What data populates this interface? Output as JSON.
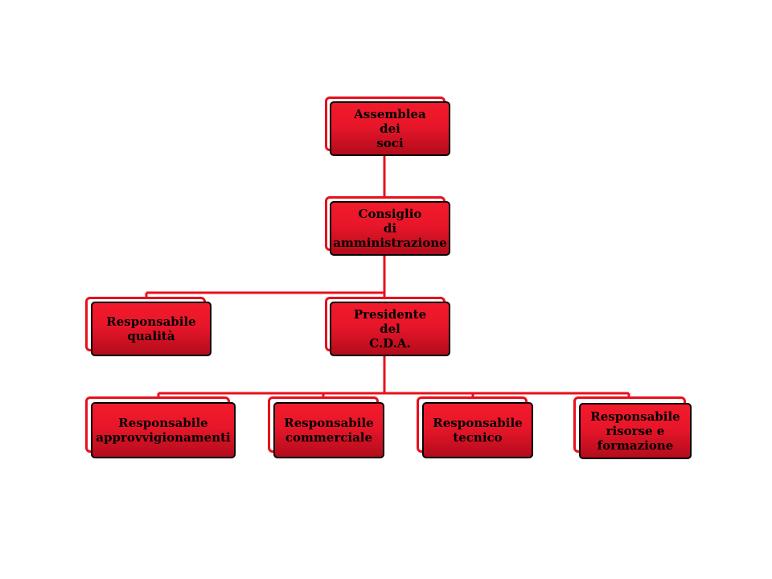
{
  "colors": {
    "connector": "#e8101c",
    "box_top": "#f21a2b",
    "box_bottom": "#b20c1b",
    "box_border": "#000000",
    "text": "#000000"
  },
  "nodes": {
    "assemblea": {
      "label": "Assemblea\ndei\nsoci"
    },
    "consiglio": {
      "label": "Consiglio\ndi\namministrazione"
    },
    "qualita": {
      "label": "Responsabile\nqualità"
    },
    "presidente": {
      "label": "Presidente\ndel\nC.D.A."
    },
    "approvvigionamenti": {
      "label": "Responsabile\napprovvigionamenti"
    },
    "commerciale": {
      "label": "Responsabile\ncommerciale"
    },
    "tecnico": {
      "label": "Responsabile\ntecnico"
    },
    "risorse": {
      "label": "Responsabile\nrisorse e\nformazione"
    }
  }
}
